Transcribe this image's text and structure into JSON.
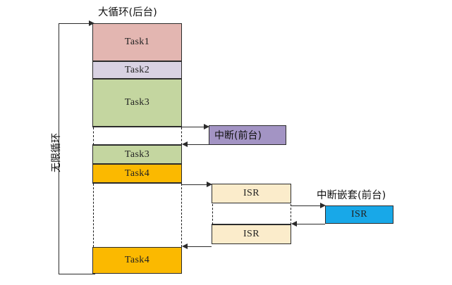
{
  "diagram": {
    "title_background_loop": "大循环(后台)",
    "title_interrupt": "中断(前台)",
    "title_nested_interrupt": "中断嵌套(前台)",
    "loop_label": "无限循环",
    "footer_caption": ""
  },
  "colors": {
    "task1": "#e3b6b1",
    "task2": "#d9d2e3",
    "task3": "#c4d6a0",
    "task4": "#fbb900",
    "interrupt": "#a394c4",
    "isr_cream": "#fbeccb",
    "isr_blue": "#18a8e8",
    "stroke": "#2b2b2b"
  },
  "background_column": {
    "blocks": [
      {
        "label": "Task1",
        "color_key": "task1"
      },
      {
        "label": "Task2",
        "color_key": "task2"
      },
      {
        "label": "Task3",
        "color_key": "task3"
      },
      {
        "label": "Task3",
        "color_key": "task3"
      },
      {
        "label": "Task4",
        "color_key": "task4"
      },
      {
        "label": "Task4",
        "color_key": "task4"
      }
    ]
  },
  "isr_column": {
    "blocks": [
      {
        "label": "ISR"
      },
      {
        "label": "ISR"
      }
    ]
  },
  "nested_column": {
    "blocks": [
      {
        "label": "ISR"
      }
    ]
  }
}
